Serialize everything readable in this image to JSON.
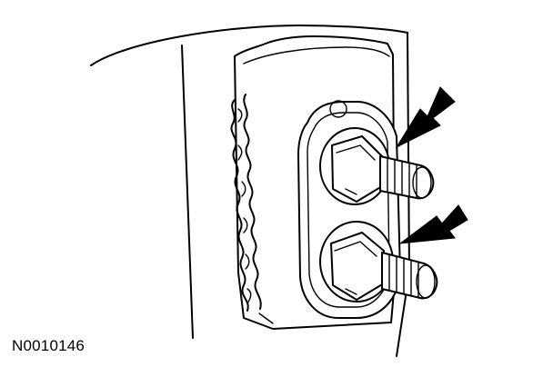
{
  "figure": {
    "id_label": "N0010146",
    "line_color": "#000000",
    "background_color": "#ffffff",
    "callouts": [
      {
        "name": "upper-arrow",
        "points_to": "upper-nut"
      },
      {
        "name": "lower-arrow",
        "points_to": "lower-nut"
      }
    ]
  }
}
